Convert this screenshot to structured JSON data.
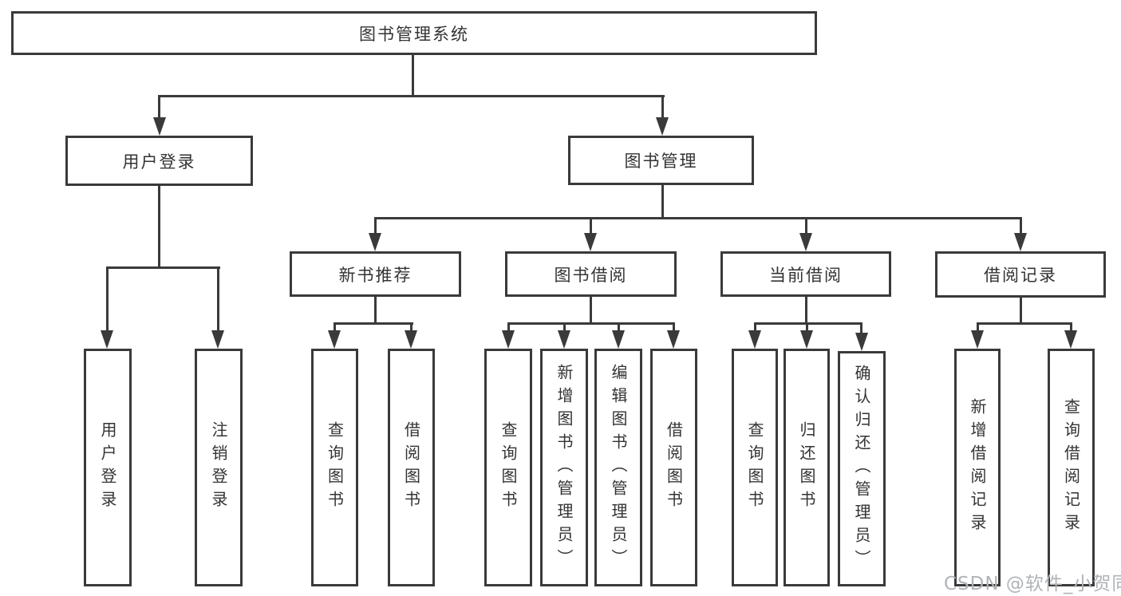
{
  "diagram": {
    "title_node": {
      "label": "图书管理系统"
    },
    "user_login": {
      "label": "用户登录"
    },
    "book_management": {
      "label": "图书管理"
    },
    "login": {
      "label": "用户登录"
    },
    "logout": {
      "label": "注销登录"
    },
    "new_book_recommend": {
      "label": "新书推荐"
    },
    "book_borrowing": {
      "label": "图书借阅"
    },
    "current_borrowing": {
      "label": "当前借阅"
    },
    "borrowing_records": {
      "label": "借阅记录"
    },
    "nbr_query_books": {
      "label": "查询图书"
    },
    "nbr_borrow_books": {
      "label": "借阅图书"
    },
    "bb_query_books": {
      "label": "查询图书"
    },
    "bb_add_books": {
      "label": "新增图书（管理员）"
    },
    "bb_edit_books": {
      "label": "编辑图书（管理员）"
    },
    "bb_borrow_books": {
      "label": "借阅图书"
    },
    "cb_query_books": {
      "label": "查询图书"
    },
    "cb_return_books": {
      "label": "归还图书"
    },
    "cb_confirm_return": {
      "label": "确认归还（管理员）"
    },
    "br_add_record": {
      "label": "新增借阅记录"
    },
    "br_query_record": {
      "label": "查询借阅记录"
    }
  },
  "watermark": {
    "text": "CSDN @软件_小贺同学"
  },
  "colors": {
    "line": "#3a3a3a",
    "text": "#333333",
    "background": "#ffffff",
    "watermark": "#b0b4b8"
  }
}
